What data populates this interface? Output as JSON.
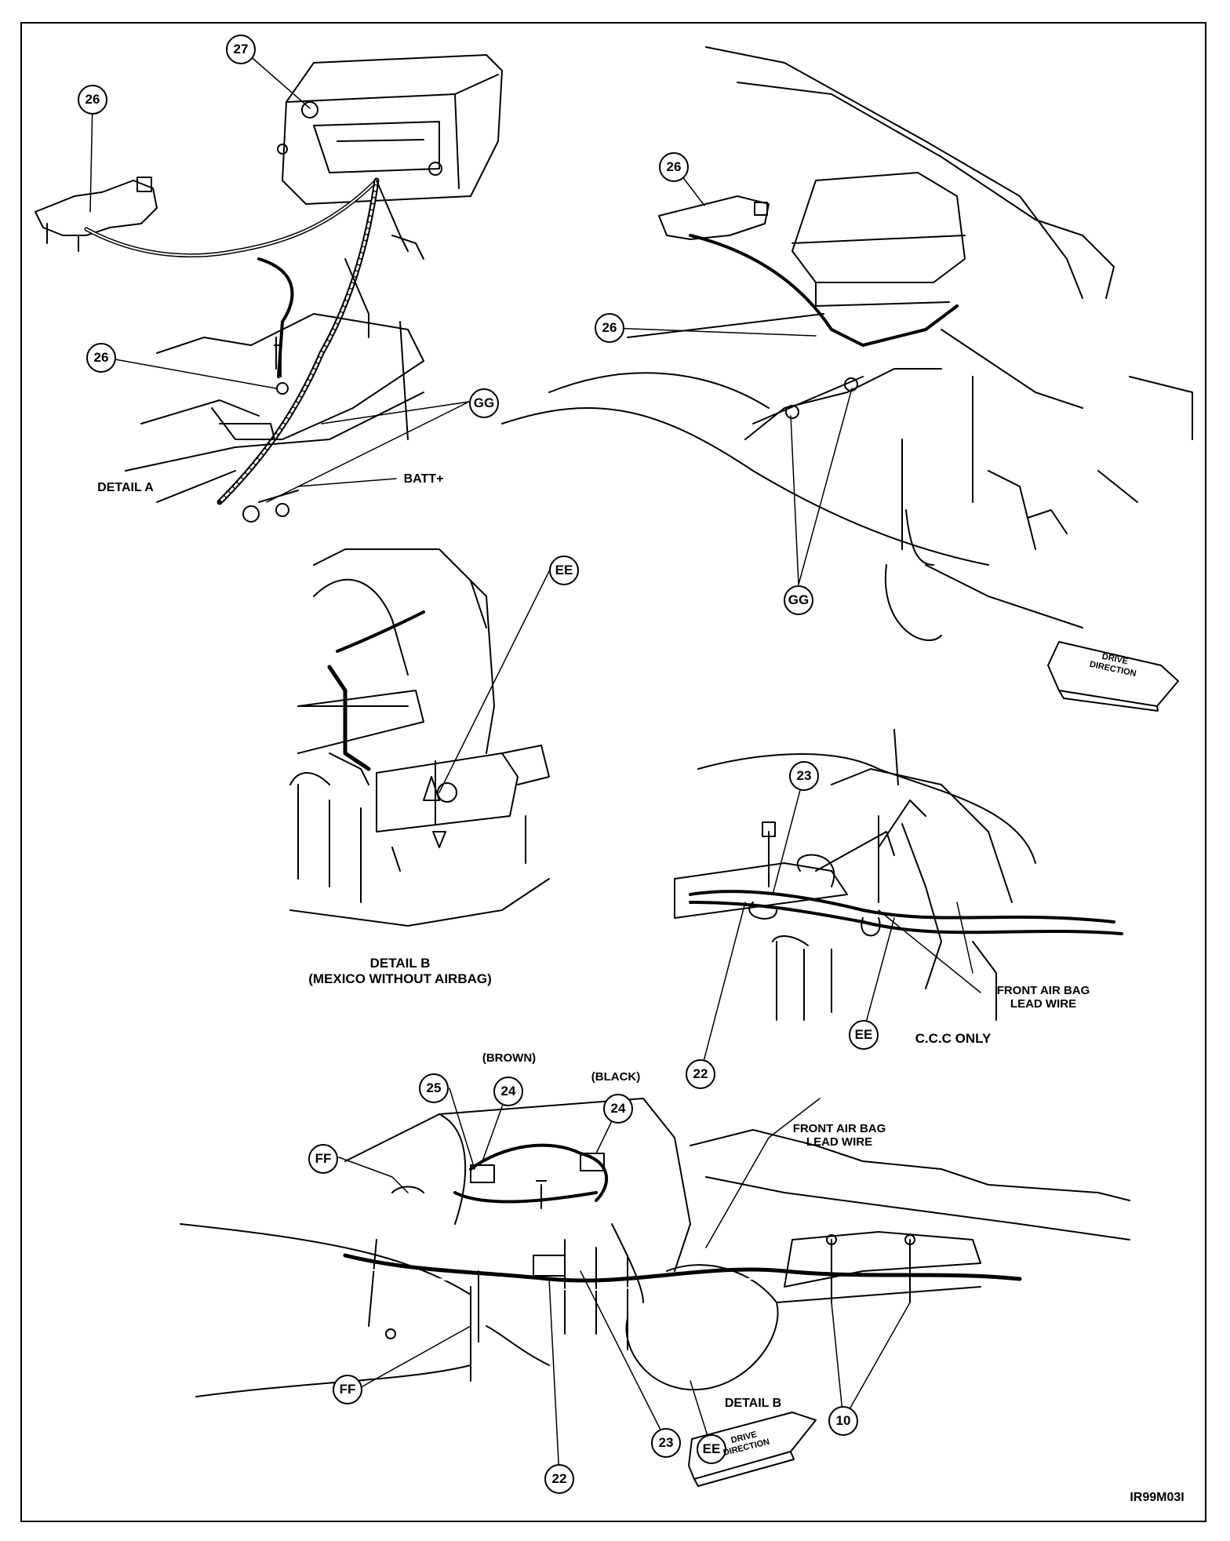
{
  "callouts": {
    "a_27": "27",
    "a_26_top": "26",
    "a_26_mid": "26",
    "a_gg": "GG",
    "r_26_top": "26",
    "r_26_mid": "26",
    "r_gg": "GG",
    "b_ee": "EE",
    "c_23": "23",
    "c_22": "22",
    "c_ee": "EE",
    "d_25": "25",
    "d_24_brown": "24",
    "d_24_black": "24",
    "d_ff_top": "FF",
    "d_ff_bot": "FF",
    "d_22": "22",
    "d_23": "23",
    "d_ee": "EE",
    "d_10": "10"
  },
  "labels": {
    "detail_a": "DETAIL A",
    "batt": "BATT+",
    "detail_b_title": "DETAIL B\n(MEXICO WITHOUT AIRBAG)",
    "front_air_bag_right": "FRONT AIR BAG\nLEAD WIRE",
    "ccc_only": "C.C.C ONLY",
    "brown": "(BROWN)",
    "black": "(BLACK)",
    "front_air_bag_bottom": "FRONT AIR BAG\nLEAD WIRE",
    "detail_b_ref": "DETAIL B",
    "drive_direction_top": "DRIVE\nDIRECTION",
    "drive_direction_bottom": "DRIVE\nDIRECTION",
    "figure_code": "IR99M03I"
  }
}
